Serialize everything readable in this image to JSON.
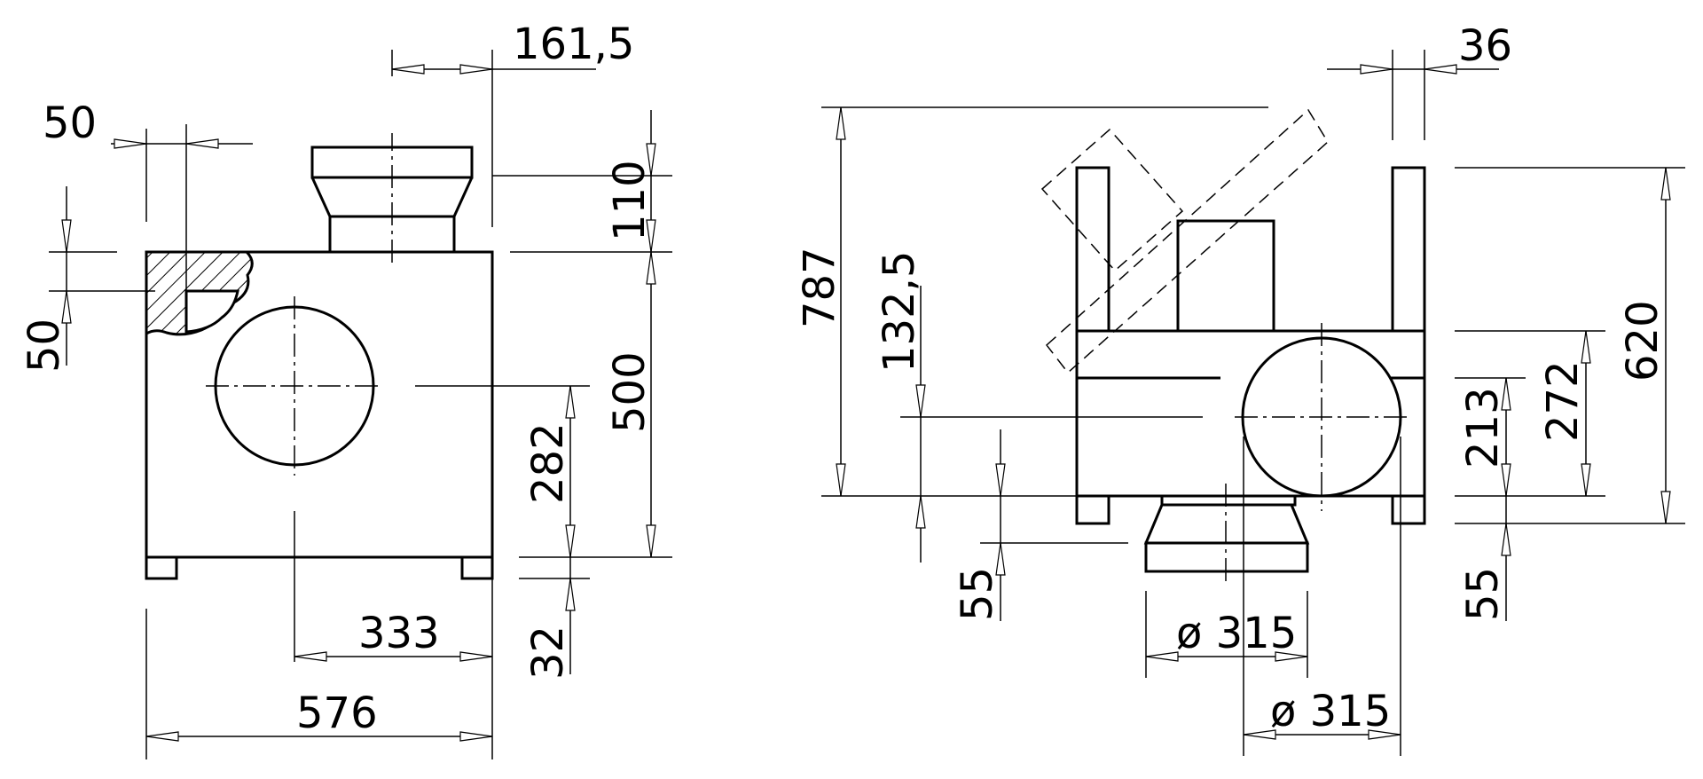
{
  "colors": {
    "line": "#000000",
    "background": "#ffffff"
  },
  "front_view": {
    "dims": {
      "top_offset": "161,5",
      "wall": "50",
      "wall_vertical": "50",
      "outlet_height": "110",
      "body_height": "500",
      "inlet_center_height": "282",
      "feet_height": "32",
      "inlet_center_x": "333",
      "width": "576"
    }
  },
  "side_view": {
    "dims": {
      "frame_width": "36",
      "overall_height": "787",
      "center_offset": "132,5",
      "frame_height": "620",
      "inner_height": "272",
      "center_height": "213",
      "feet_left": "55",
      "feet_right": "55",
      "outlet_diameter": "ø 315",
      "inlet_diameter": "ø 315"
    }
  }
}
